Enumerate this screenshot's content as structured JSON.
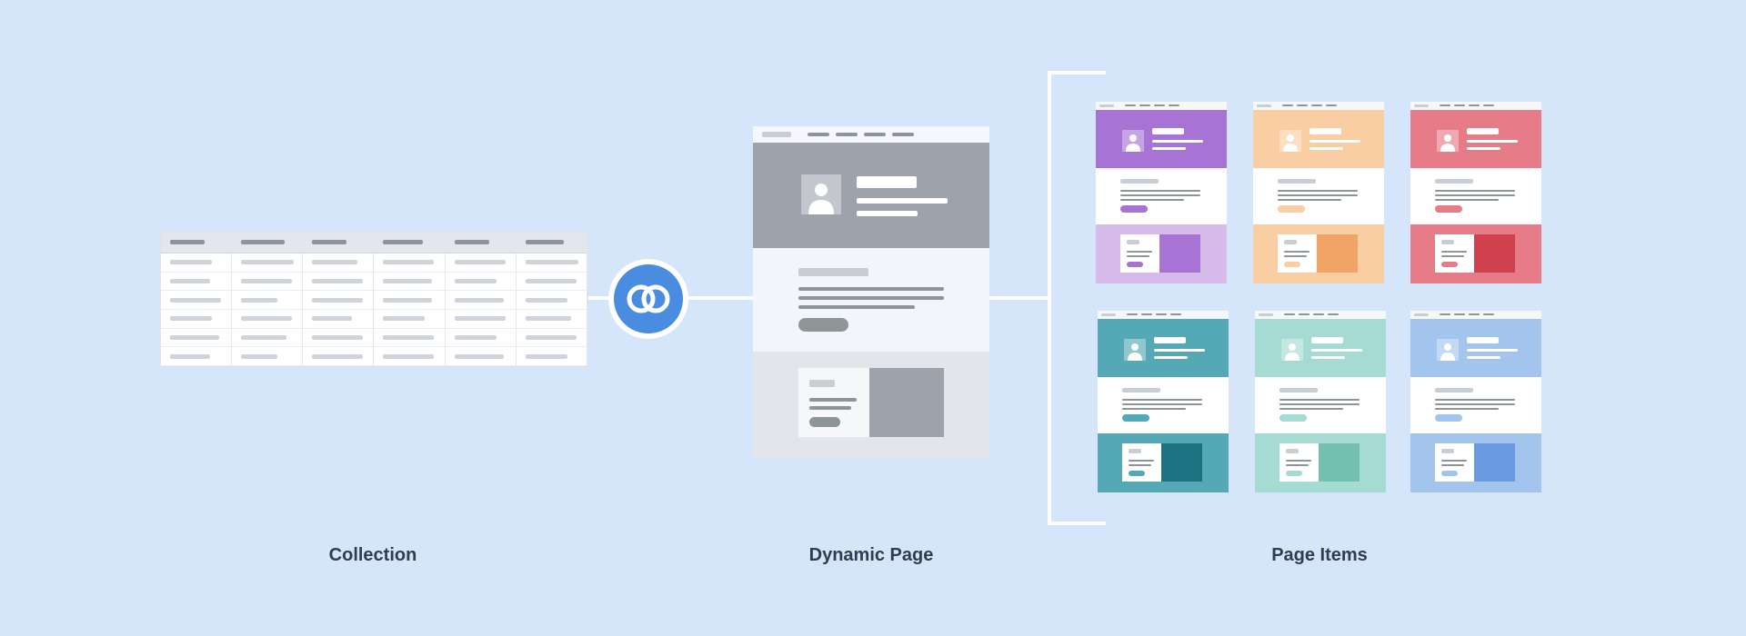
{
  "labels": {
    "collection": "Collection",
    "dynamic_page": "Dynamic Page",
    "page_items": "Page Items"
  },
  "icons": {
    "link": "link-icon",
    "avatar": "person-icon"
  },
  "colors": {
    "background": "#d6e6fa",
    "link_badge": "#4a8cdf",
    "template_hero": "#9da2ab",
    "label_text": "#2f3d4c"
  },
  "collection": {
    "columns": 6,
    "rows": 6
  },
  "page_items": [
    {
      "name": "purple",
      "hero": "#a774d6",
      "foot": "#d5baea",
      "foot_image": "#a774d6",
      "button": "#a774d6"
    },
    {
      "name": "orange",
      "hero": "#f9cea3",
      "foot": "#f9cea3",
      "foot_image": "#f1a466",
      "button": "#f9cea3"
    },
    {
      "name": "red",
      "hero": "#e57c87",
      "foot": "#e57c87",
      "foot_image": "#d0414e",
      "button": "#e57c87"
    },
    {
      "name": "teal",
      "hero": "#55a9b6",
      "foot": "#55a9b6",
      "foot_image": "#1d7282",
      "button": "#55a9b6"
    },
    {
      "name": "mint",
      "hero": "#a6dbd3",
      "foot": "#a6dbd3",
      "foot_image": "#73bfb0",
      "button": "#a6dbd3"
    },
    {
      "name": "blue",
      "hero": "#a3c4ed",
      "foot": "#a3c4ed",
      "foot_image": "#6a9be0",
      "button": "#a3c4ed"
    }
  ]
}
